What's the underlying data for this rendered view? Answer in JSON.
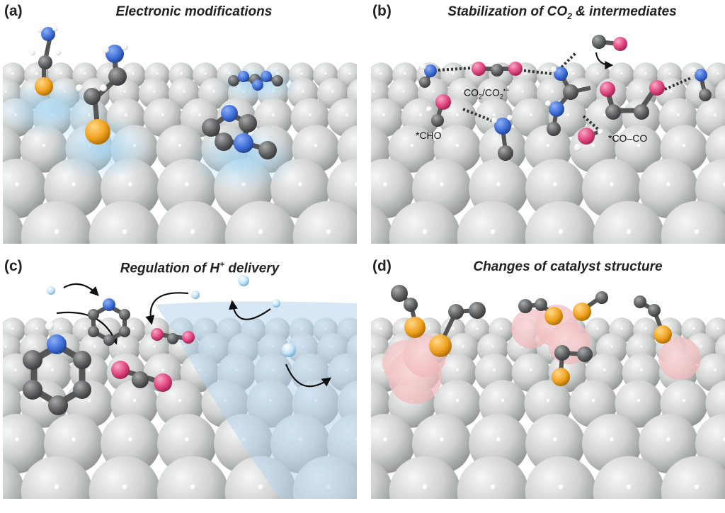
{
  "panels": [
    {
      "label": "(a)",
      "title": "Electronic modifications"
    },
    {
      "label": "(b)",
      "title_pre": "Stabilization of CO",
      "title_sub": "2",
      "title_post": " & intermediates",
      "annotations": {
        "co2_pre": "CO",
        "co2_sub1": "2",
        "co2_mid": "/CO",
        "co2_sub2": "2",
        "co2_sup": "•−",
        "cho": "*CHO",
        "coco": "*CO–CO"
      }
    },
    {
      "label": "(c)",
      "title_pre": "Regulation of H",
      "title_sup": "+",
      "title_post": " delivery"
    },
    {
      "label": "(d)",
      "title": "Changes of catalyst structure"
    }
  ],
  "colors": {
    "surface_atom": "#c9cccb",
    "carbon": "#5e6061",
    "nitrogen": "#3f6fd8",
    "oxygen": "#e0457f",
    "sulfur": "#f0a21f",
    "hydrogen": "#ffffff",
    "proton": "#bfe3f6",
    "glow_blue": "#a9d8f5",
    "glow_pink": "#f4c7c9",
    "water_sheet": "#b6d4ec"
  },
  "icons": [
    "metal-surface-lattice",
    "ball-and-stick-molecule",
    "curved-arrow-icon",
    "dotted-interaction"
  ]
}
